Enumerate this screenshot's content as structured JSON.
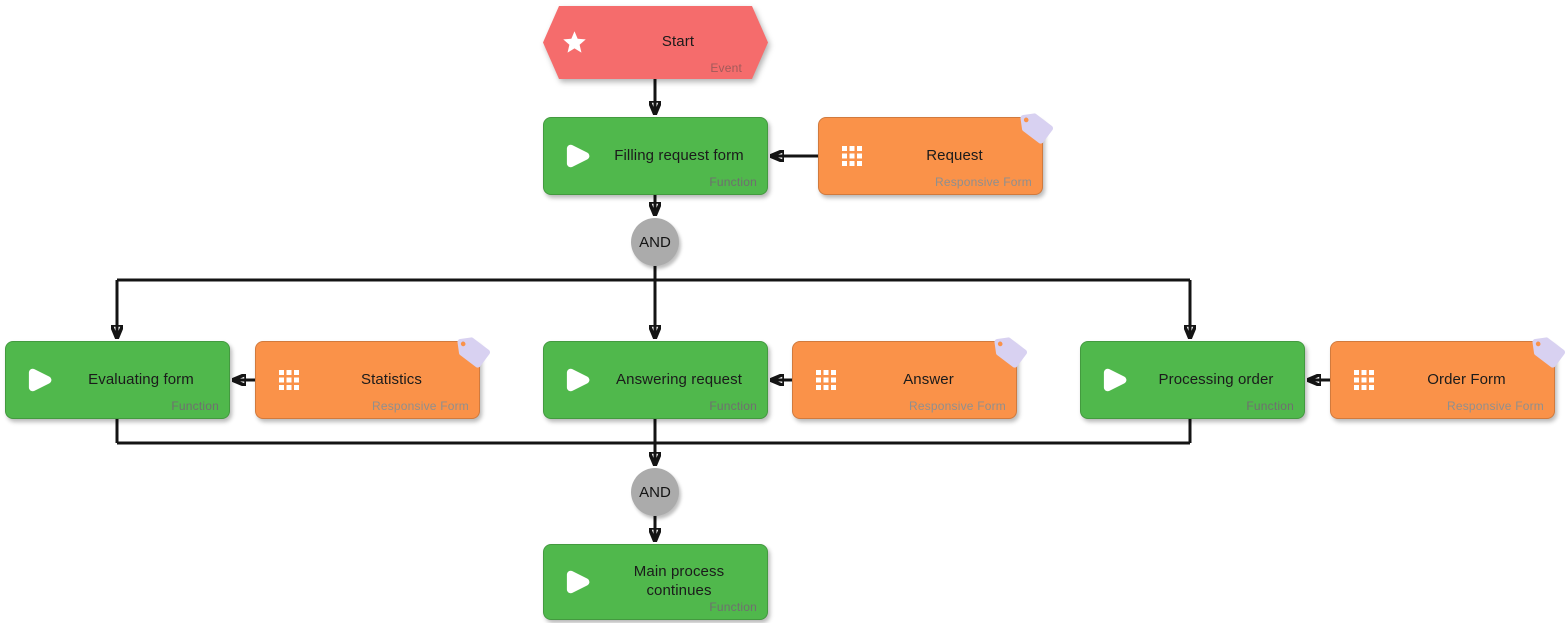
{
  "theme": {
    "event-fill": "#F56C6C",
    "event-label": "#A15A5A",
    "function-fill": "#50B84C",
    "function-label": "#6F6F6F",
    "form-fill": "#FA9249",
    "form-label": "#8F8F8F",
    "gateway-fill": "#ABABAB",
    "node-label": "#1B1B1B",
    "edge": "#141414",
    "tag-fill": "#D8D1F1"
  },
  "nodes": {
    "start": {
      "label": "Start",
      "type": "Event"
    },
    "filling_request_form": {
      "label": "Filling request form",
      "type": "Function"
    },
    "request": {
      "label": "Request",
      "type": "Responsive Form"
    },
    "and_split": {
      "label": "AND"
    },
    "evaluating_form": {
      "label": "Evaluating form",
      "type": "Function"
    },
    "statistics": {
      "label": "Statistics",
      "type": "Responsive Form"
    },
    "answering_request": {
      "label": "Answering request",
      "type": "Function"
    },
    "answer": {
      "label": "Answer",
      "type": "Responsive Form"
    },
    "processing_order": {
      "label": "Processing order",
      "type": "Function"
    },
    "order_form": {
      "label": "Order Form",
      "type": "Responsive Form"
    },
    "and_join": {
      "label": "AND"
    },
    "main_process_continues": {
      "label": "Main process continues",
      "type": "Function"
    }
  }
}
